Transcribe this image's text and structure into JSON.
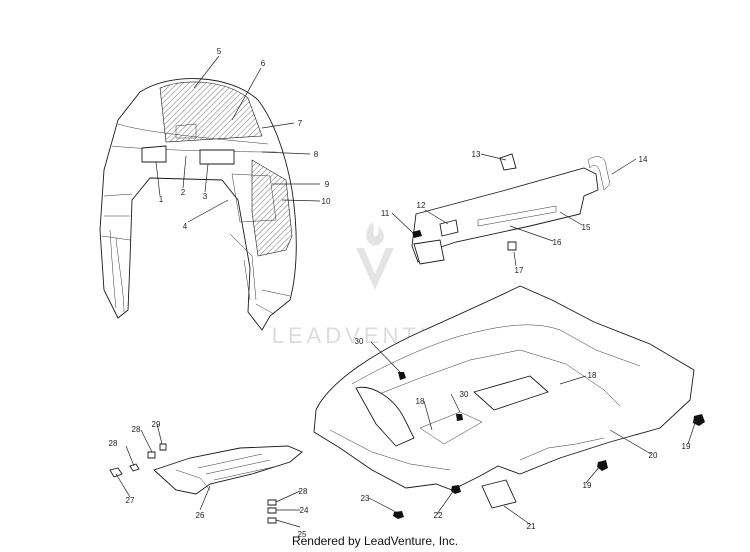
{
  "watermark": {
    "brand": "LEADVENTURE"
  },
  "footer": {
    "text": "Rendered by LeadVenture, Inc."
  },
  "callouts": [
    "1",
    "2",
    "3",
    "4",
    "5",
    "6",
    "7",
    "8",
    "9",
    "10",
    "11",
    "12",
    "13",
    "14",
    "15",
    "16",
    "17",
    "18",
    "18",
    "19",
    "19",
    "20",
    "21",
    "22",
    "23",
    "24",
    "25",
    "26",
    "27",
    "28",
    "28",
    "28",
    "29",
    "30",
    "30"
  ]
}
